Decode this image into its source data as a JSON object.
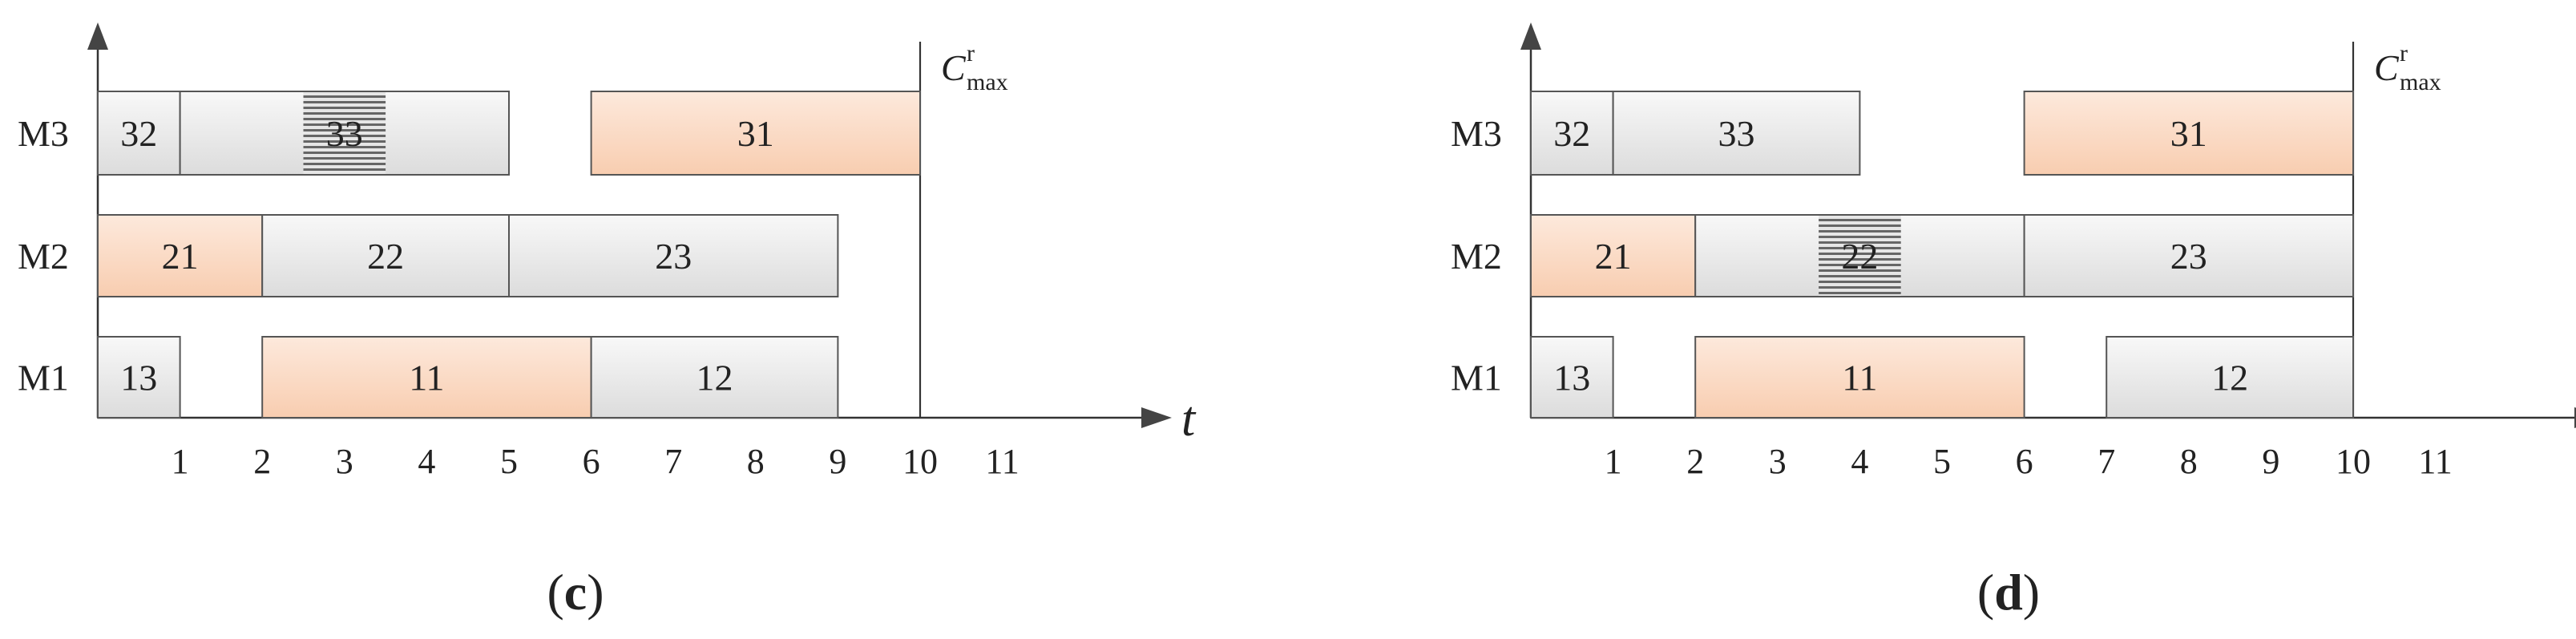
{
  "colors": {
    "task_gray_top": "#f8f8f8",
    "task_gray_bottom": "#dcdcdc",
    "task_orange_top": "#fde9dc",
    "task_orange_bottom": "#f8cdb0",
    "hatch": "#666666",
    "stroke": "#555555",
    "axis": "#333333"
  },
  "charts": [
    {
      "label": "(c)",
      "label_letter": "c",
      "axis_var": "t",
      "cmax_symbol": "C",
      "cmax_sup": "r",
      "cmax_sub": "max",
      "cmax_value": 10,
      "machines": [
        "M3",
        "M2",
        "M1"
      ],
      "x_ticks": [
        "1",
        "2",
        "3",
        "4",
        "5",
        "6",
        "7",
        "8",
        "9",
        "10",
        "11"
      ],
      "tasks": [
        {
          "machine": "M3",
          "label": "32",
          "start": 0,
          "end": 1,
          "color": "gray"
        },
        {
          "machine": "M3",
          "label": "33",
          "start": 1,
          "end": 5,
          "color": "gray",
          "hatch": [
            2.5,
            3.5
          ]
        },
        {
          "machine": "M3",
          "label": "31",
          "start": 6,
          "end": 10,
          "color": "orange"
        },
        {
          "machine": "M2",
          "label": "21",
          "start": 0,
          "end": 2,
          "color": "orange"
        },
        {
          "machine": "M2",
          "label": "22",
          "start": 2,
          "end": 5,
          "color": "gray"
        },
        {
          "machine": "M2",
          "label": "23",
          "start": 5,
          "end": 9,
          "color": "gray"
        },
        {
          "machine": "M1",
          "label": "13",
          "start": 0,
          "end": 1,
          "color": "gray"
        },
        {
          "machine": "M1",
          "label": "11",
          "start": 2,
          "end": 6,
          "color": "orange"
        },
        {
          "machine": "M1",
          "label": "12",
          "start": 6,
          "end": 9,
          "color": "gray"
        }
      ]
    },
    {
      "label": "(d)",
      "label_letter": "d",
      "axis_var": "t",
      "cmax_symbol": "C",
      "cmax_sup": "r",
      "cmax_sub": "max",
      "cmax_value": 10,
      "machines": [
        "M3",
        "M2",
        "M1"
      ],
      "x_ticks": [
        "1",
        "2",
        "3",
        "4",
        "5",
        "6",
        "7",
        "8",
        "9",
        "10",
        "11"
      ],
      "tasks": [
        {
          "machine": "M3",
          "label": "32",
          "start": 0,
          "end": 1,
          "color": "gray"
        },
        {
          "machine": "M3",
          "label": "33",
          "start": 1,
          "end": 4,
          "color": "gray"
        },
        {
          "machine": "M3",
          "label": "31",
          "start": 6,
          "end": 10,
          "color": "orange"
        },
        {
          "machine": "M2",
          "label": "21",
          "start": 0,
          "end": 2,
          "color": "orange"
        },
        {
          "machine": "M2",
          "label": "22",
          "start": 2,
          "end": 6,
          "color": "gray",
          "hatch": [
            3.5,
            4.5
          ]
        },
        {
          "machine": "M2",
          "label": "23",
          "start": 6,
          "end": 10,
          "color": "gray"
        },
        {
          "machine": "M1",
          "label": "13",
          "start": 0,
          "end": 1,
          "color": "gray"
        },
        {
          "machine": "M1",
          "label": "11",
          "start": 2,
          "end": 6,
          "color": "orange"
        },
        {
          "machine": "M1",
          "label": "12",
          "start": 7,
          "end": 10,
          "color": "gray"
        }
      ]
    }
  ]
}
